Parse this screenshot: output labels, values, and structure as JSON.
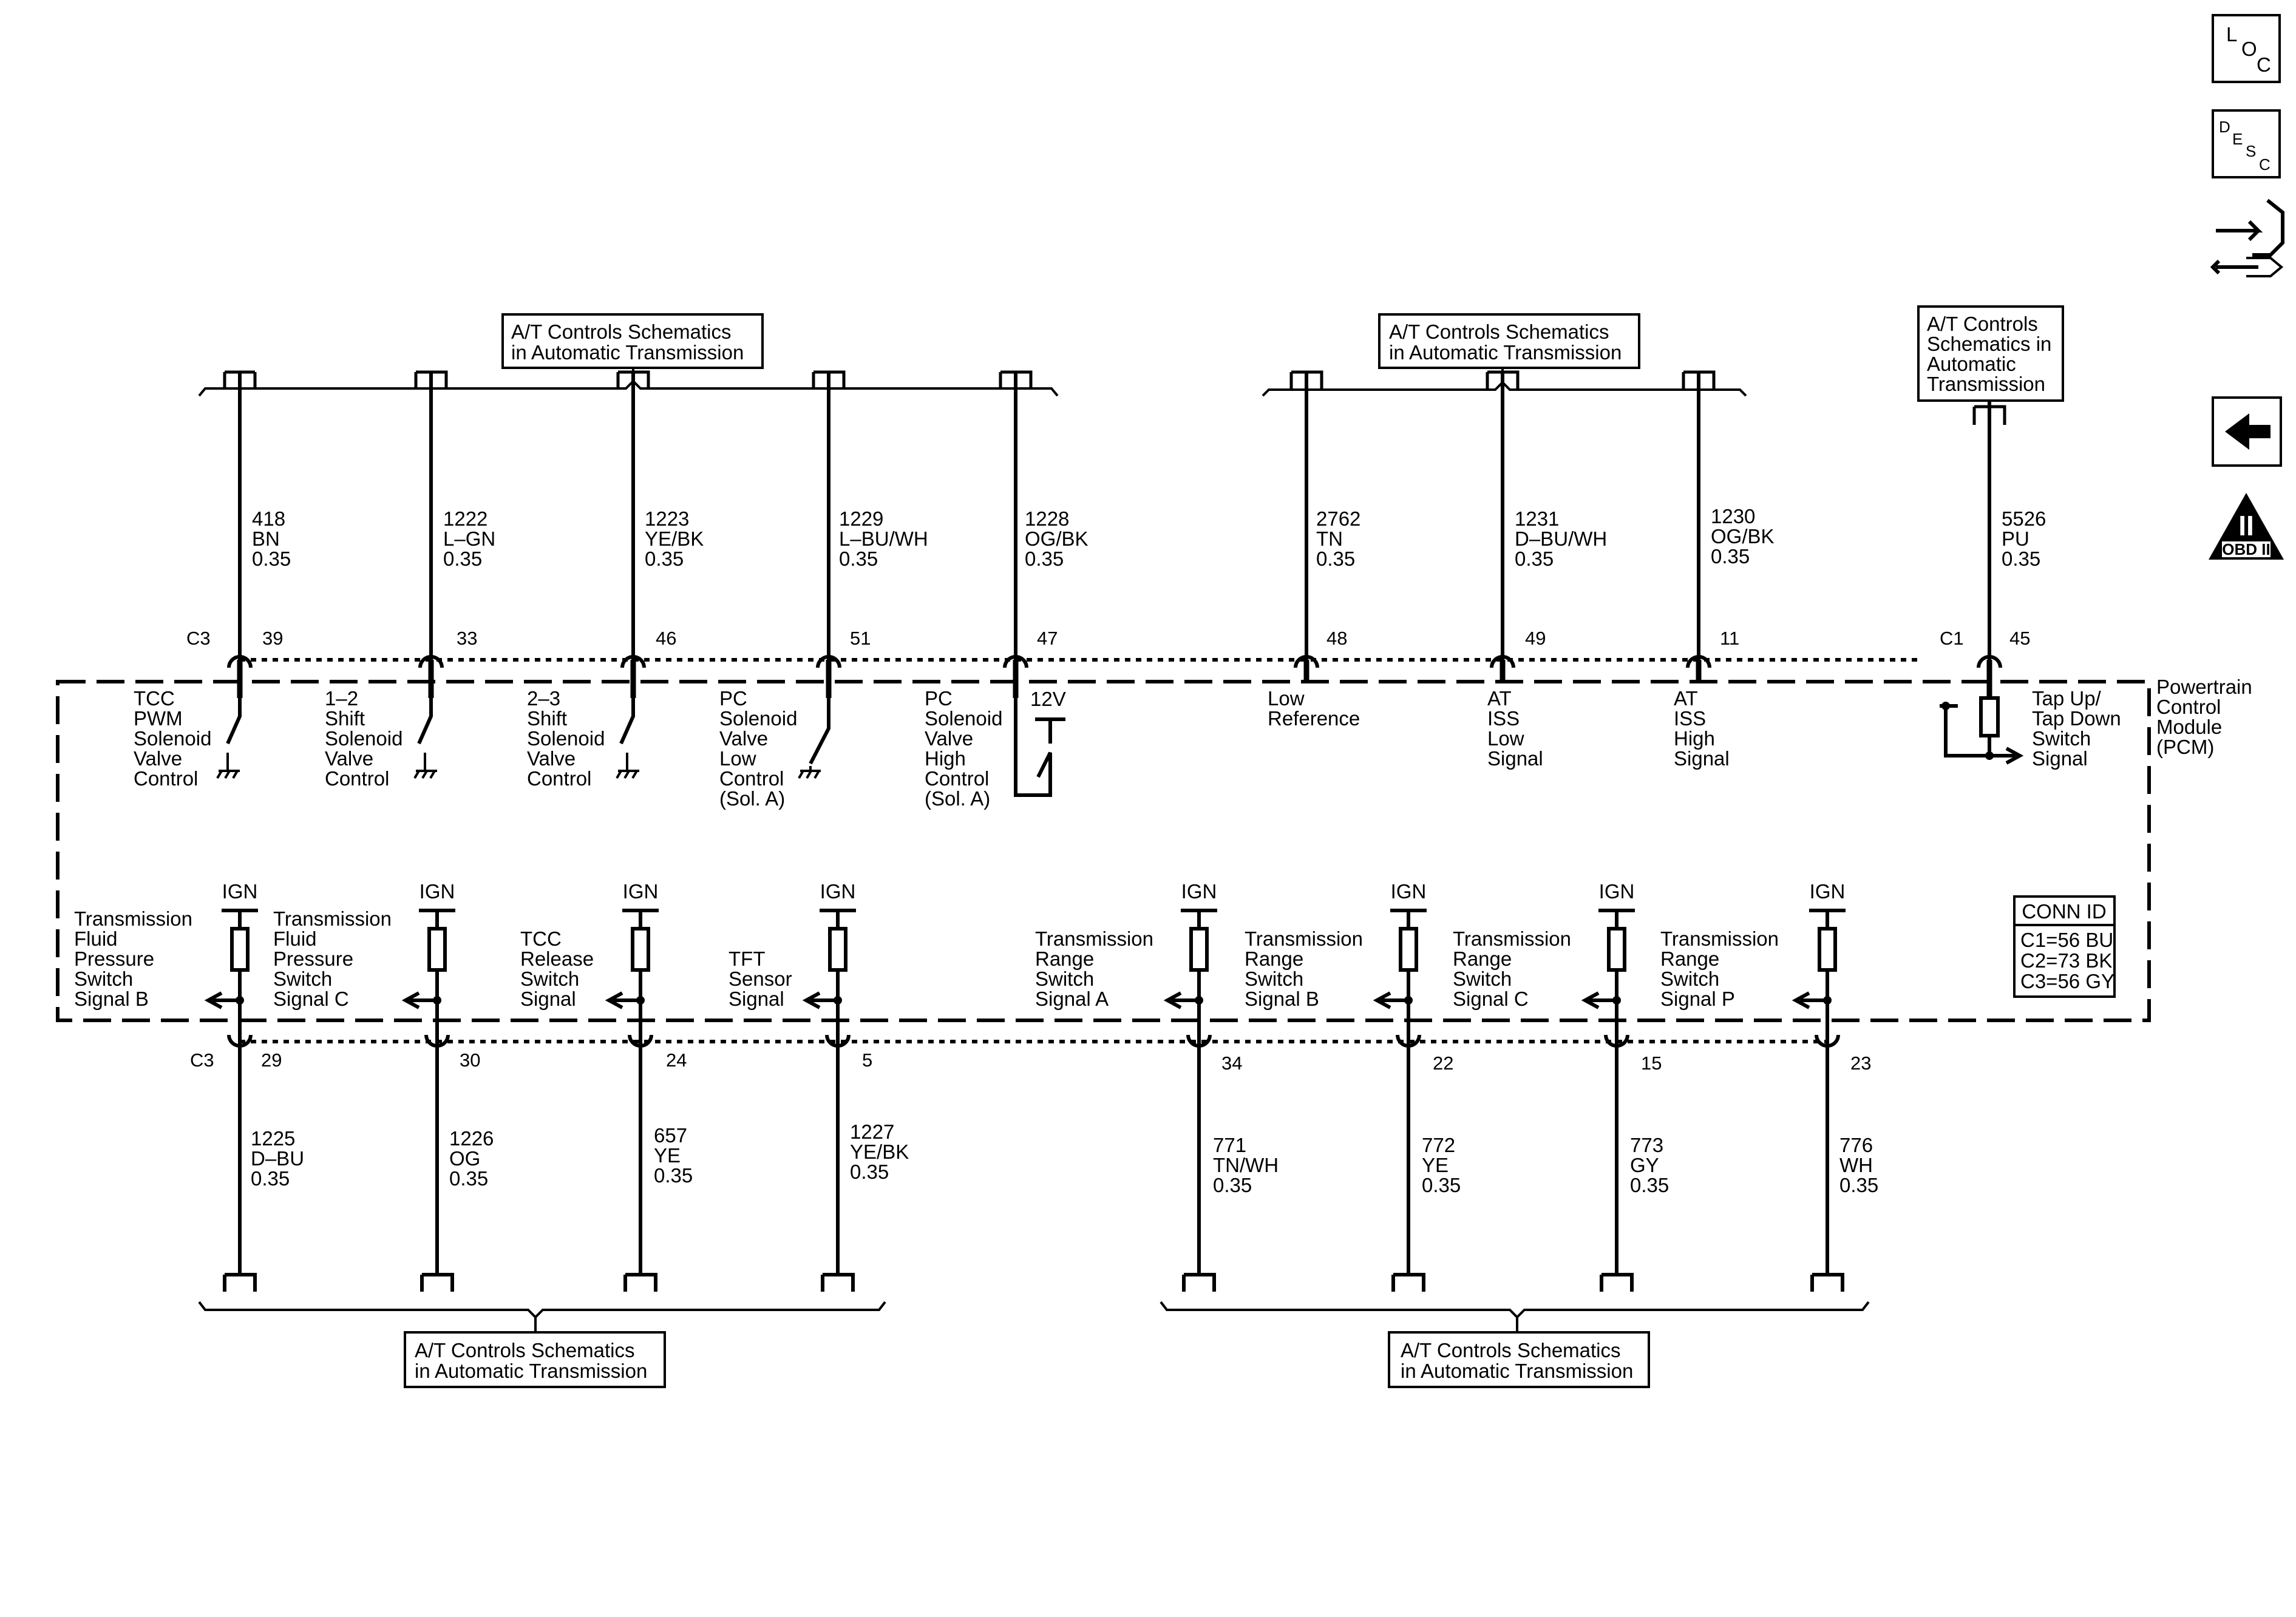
{
  "nav": {
    "loc": {
      "l1": "L",
      "l2": "O",
      "l3": "C"
    },
    "desc": {
      "l1": "D",
      "l2": "E",
      "l3": "S",
      "l4": "C"
    },
    "obd": {
      "numeral": "II",
      "text": "OBD II"
    }
  },
  "refs": {
    "top_left": [
      "A/T Controls Schematics",
      "in Automatic Transmission"
    ],
    "top_mid": [
      "A/T Controls Schematics",
      "in Automatic Transmission"
    ],
    "top_right": [
      "A/T Controls",
      "Schematics in",
      "Automatic",
      "Transmission"
    ],
    "bot_left": [
      "A/T Controls Schematics",
      "in Automatic Transmission"
    ],
    "bot_right": [
      "A/T Controls Schematics",
      "in Automatic Transmission"
    ]
  },
  "module": {
    "name": [
      "Powertrain",
      "Control",
      "Module",
      "(PCM)"
    ]
  },
  "conn_id": {
    "title": "CONN ID",
    "rows": [
      "C1=56 BU",
      "C2=73 BK",
      "C3=56 GY"
    ]
  },
  "top_wires": [
    {
      "circuit": "418",
      "color": "BN",
      "gauge": "0.35",
      "pin": "39",
      "conn": "C3",
      "label": [
        "TCC",
        "PWM",
        "Solenoid",
        "Valve",
        "Control"
      ]
    },
    {
      "circuit": "1222",
      "color": "L–GN",
      "gauge": "0.35",
      "pin": "33",
      "label": [
        "1–2",
        "Shift",
        "Solenoid",
        "Valve",
        "Control"
      ]
    },
    {
      "circuit": "1223",
      "color": "YE/BK",
      "gauge": "0.35",
      "pin": "46",
      "label": [
        "2–3",
        "Shift",
        "Solenoid",
        "Valve",
        "Control"
      ]
    },
    {
      "circuit": "1229",
      "color": "L–BU/WH",
      "gauge": "0.35",
      "pin": "51",
      "label": [
        "PC",
        "Solenoid",
        "Valve",
        "Low",
        "Control",
        "(Sol. A)"
      ]
    },
    {
      "circuit": "1228",
      "color": "OG/BK",
      "gauge": "0.35",
      "pin": "47",
      "label": [
        "PC",
        "Solenoid",
        "Valve",
        "High",
        "Control",
        "(Sol. A)"
      ],
      "supply": "12V"
    },
    {
      "circuit": "2762",
      "color": "TN",
      "gauge": "0.35",
      "pin": "48",
      "label": [
        "Low",
        "Reference"
      ]
    },
    {
      "circuit": "1231",
      "color": "D–BU/WH",
      "gauge": "0.35",
      "pin": "49",
      "label": [
        "AT",
        "ISS",
        "Low",
        "Signal"
      ]
    },
    {
      "circuit": "1230",
      "color": "OG/BK",
      "gauge": "0.35",
      "pin": "11",
      "label": [
        "AT",
        "ISS",
        "High",
        "Signal"
      ]
    },
    {
      "circuit": "5526",
      "color": "PU",
      "gauge": "0.35",
      "pin": "45",
      "conn": "C1",
      "label": [
        "Tap Up/",
        "Tap Down",
        "Switch",
        "Signal"
      ]
    }
  ],
  "bottom_wires": [
    {
      "circuit": "1225",
      "color": "D–BU",
      "gauge": "0.35",
      "pin": "29",
      "conn": "C3",
      "ign": "IGN",
      "label": [
        "Transmission",
        "Fluid",
        "Pressure",
        "Switch",
        "Signal B"
      ]
    },
    {
      "circuit": "1226",
      "color": "OG",
      "gauge": "0.35",
      "pin": "30",
      "ign": "IGN",
      "label": [
        "Transmission",
        "Fluid",
        "Pressure",
        "Switch",
        "Signal C"
      ]
    },
    {
      "circuit": "657",
      "color": "YE",
      "gauge": "0.35",
      "pin": "24",
      "ign": "IGN",
      "label": [
        "TCC",
        "Release",
        "Switch",
        "Signal"
      ]
    },
    {
      "circuit": "1227",
      "color": "YE/BK",
      "gauge": "0.35",
      "pin": "5",
      "ign": "IGN",
      "label": [
        "TFT",
        "Sensor",
        "Signal"
      ]
    },
    {
      "circuit": "771",
      "color": "TN/WH",
      "gauge": "0.35",
      "pin": "34",
      "ign": "IGN",
      "label": [
        "Transmission",
        "Range",
        "Switch",
        "Signal A"
      ]
    },
    {
      "circuit": "772",
      "color": "YE",
      "gauge": "0.35",
      "pin": "22",
      "ign": "IGN",
      "label": [
        "Transmission",
        "Range",
        "Switch",
        "Signal B"
      ]
    },
    {
      "circuit": "773",
      "color": "GY",
      "gauge": "0.35",
      "pin": "15",
      "ign": "IGN",
      "label": [
        "Transmission",
        "Range",
        "Switch",
        "Signal C"
      ]
    },
    {
      "circuit": "776",
      "color": "WH",
      "gauge": "0.35",
      "pin": "23",
      "ign": "IGN",
      "label": [
        "Transmission",
        "Range",
        "Switch",
        "Signal P"
      ]
    }
  ]
}
